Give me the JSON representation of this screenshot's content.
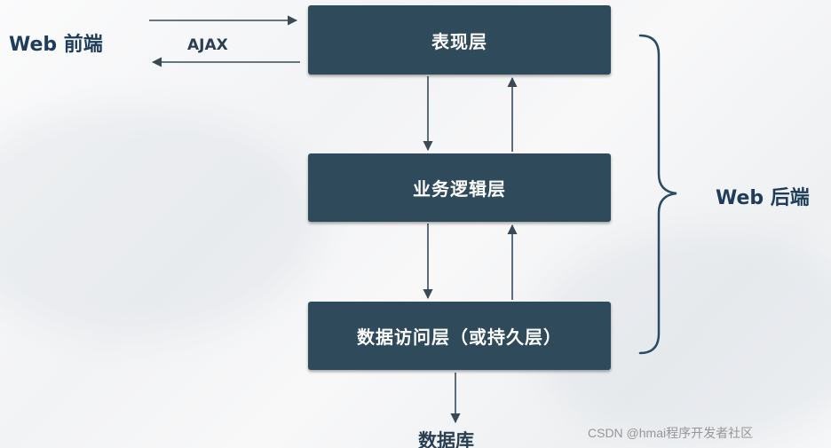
{
  "diagram": {
    "layers": {
      "presentation": "表现层",
      "business": "业务逻辑层",
      "data_access": "数据访问层（或持久层）"
    },
    "frontend_label": "Web 前端",
    "backend_label": "Web 后端",
    "ajax_label": "AJAX",
    "database_label": "数据库",
    "box_color": "#2f4a5a",
    "label_color": "#1e3d5c"
  },
  "watermark": "CSDN @hmai程序开发者社区"
}
